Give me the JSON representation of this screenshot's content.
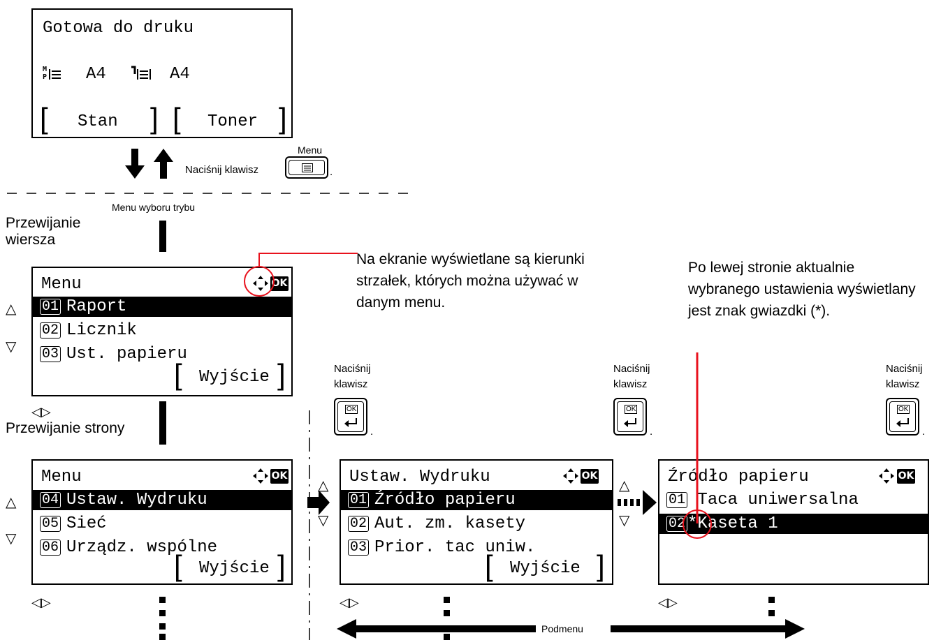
{
  "top_screen": {
    "title": "Gotowa do druku",
    "paper1": "A4",
    "paper2": "A4",
    "key_left": "Stan",
    "key_right": "Toner"
  },
  "menu_key_hint": {
    "caption": "Menu",
    "text": "Naciśnij klawisz",
    "dot": "."
  },
  "mode_menu_label": "Menu wyboru trybu",
  "scroll_line_label": "Przewijanie\nwiersza",
  "scroll_page_label": "Przewijanie strony",
  "menu1": {
    "title": "Menu",
    "items": [
      {
        "num": "01",
        "label": "Raport"
      },
      {
        "num": "02",
        "label": "Licznik"
      },
      {
        "num": "03",
        "label": "Ust. papieru"
      }
    ],
    "exit": "Wyjście"
  },
  "menu2": {
    "title": "Menu",
    "items": [
      {
        "num": "04",
        "label": "Ustaw. Wydruku"
      },
      {
        "num": "05",
        "label": "Sieć"
      },
      {
        "num": "06",
        "label": "Urządz. wspólne"
      }
    ],
    "exit": "Wyjście"
  },
  "menu3": {
    "title": "Ustaw. Wydruku",
    "items": [
      {
        "num": "01",
        "label": "Źródło papieru"
      },
      {
        "num": "02",
        "label": "Aut. zm. kasety"
      },
      {
        "num": "03",
        "label": "Prior. tac uniw."
      }
    ],
    "exit": "Wyjście"
  },
  "menu4": {
    "title": "Źródło papieru",
    "items": [
      {
        "num": "01",
        "label": " Taca uniwersalna"
      },
      {
        "num": "02",
        "label": "*Kaseta 1"
      }
    ]
  },
  "arrows_note": "Na ekranie wyświetlane są kierunki strzałek, których można używać w danym menu.",
  "asterisk_note": "Po lewej stronie aktualnie wybranego ustawienia wyświetlany jest znak gwiazdki (*).",
  "ok_hint": {
    "line1": "Naciśnij",
    "line2": "klawisz",
    "key_label": "OK",
    "dot": "."
  },
  "ok_badge": "OK",
  "submenu_label": "Podmenu",
  "symbols": {
    "up": "△",
    "down": "▽",
    "left_right": "◁▷",
    "left": "◁",
    "right": "▷"
  },
  "colors": {
    "annotation": "#e8121d",
    "ink": "#000000"
  }
}
